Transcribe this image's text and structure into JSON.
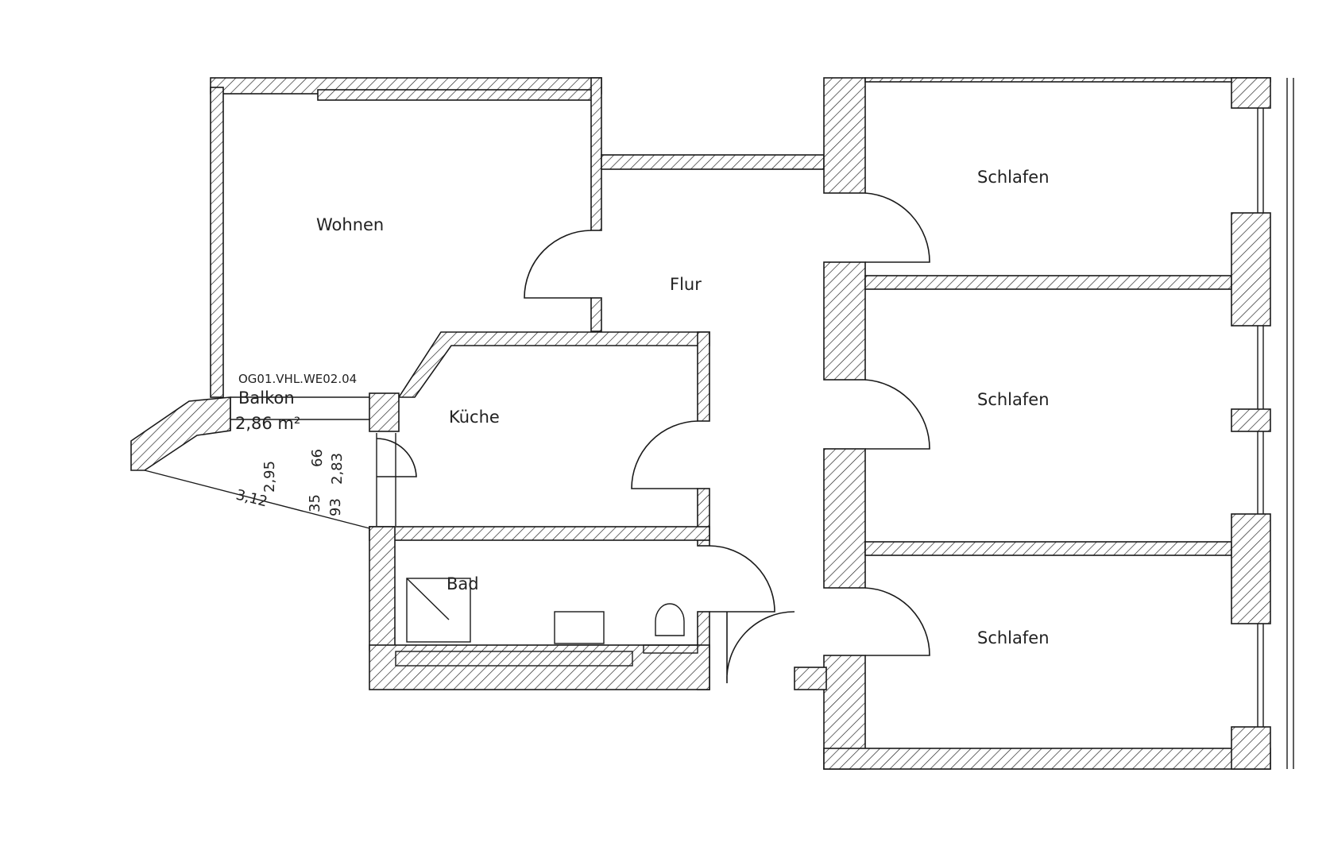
{
  "rooms": {
    "wohnen": "Wohnen",
    "flur": "Flur",
    "kueche": "Küche",
    "bad": "Bad",
    "schlafen_1": "Schlafen",
    "schlafen_2": "Schlafen",
    "schlafen_3": "Schlafen",
    "balkon": "Balkon"
  },
  "unit_code": "OG01.VHL.WE02.04",
  "balkon_area": "2,86 m²",
  "dimensions": {
    "d1": "3,12",
    "d2": "2,95",
    "d3": "66",
    "d4": "2,83",
    "d5": "35",
    "d6": "93"
  },
  "colors": {
    "line": "#1a1a1a",
    "background": "#ffffff"
  }
}
